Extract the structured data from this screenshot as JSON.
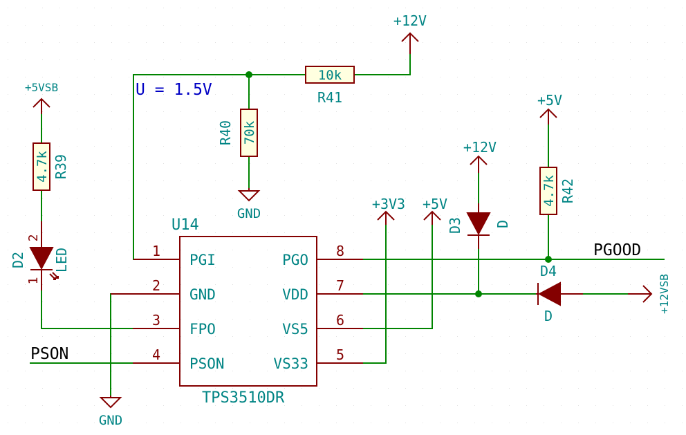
{
  "note": "U = 1.5V",
  "nets": {
    "pgood": "PGOOD",
    "pson": "PSON"
  },
  "power": {
    "p5vsb": "+5VSB",
    "p12v_top": "+12V",
    "p5v_right": "+5V",
    "p12v_d3": "+12V",
    "p3v3": "+3V3",
    "p5v_mid": "+5V",
    "p12vsb": "+12VSB",
    "gnd_r40": "GND",
    "gnd_u14": "GND"
  },
  "components": {
    "r41": {
      "ref": "R41",
      "value": "10k"
    },
    "r40": {
      "ref": "R40",
      "value": "70k"
    },
    "r39": {
      "ref": "R39",
      "value": "4.7k"
    },
    "r42": {
      "ref": "R42",
      "value": "4.7k"
    },
    "d2": {
      "ref": "D2",
      "value": "LED",
      "pin_a": "2",
      "pin_k": "1"
    },
    "d3": {
      "ref": "D3",
      "value": "D"
    },
    "d4": {
      "ref": "D4",
      "value": "D"
    },
    "u14": {
      "ref": "U14",
      "value": "TPS3510DR",
      "pins_left": [
        {
          "num": "1",
          "name": "PGI"
        },
        {
          "num": "2",
          "name": "GND"
        },
        {
          "num": "3",
          "name": "FPO"
        },
        {
          "num": "4",
          "name": "PSON"
        }
      ],
      "pins_right": [
        {
          "num": "8",
          "name": "PGO"
        },
        {
          "num": "7",
          "name": "VDD"
        },
        {
          "num": "6",
          "name": "VS5"
        },
        {
          "num": "5",
          "name": "VS33"
        }
      ]
    }
  }
}
